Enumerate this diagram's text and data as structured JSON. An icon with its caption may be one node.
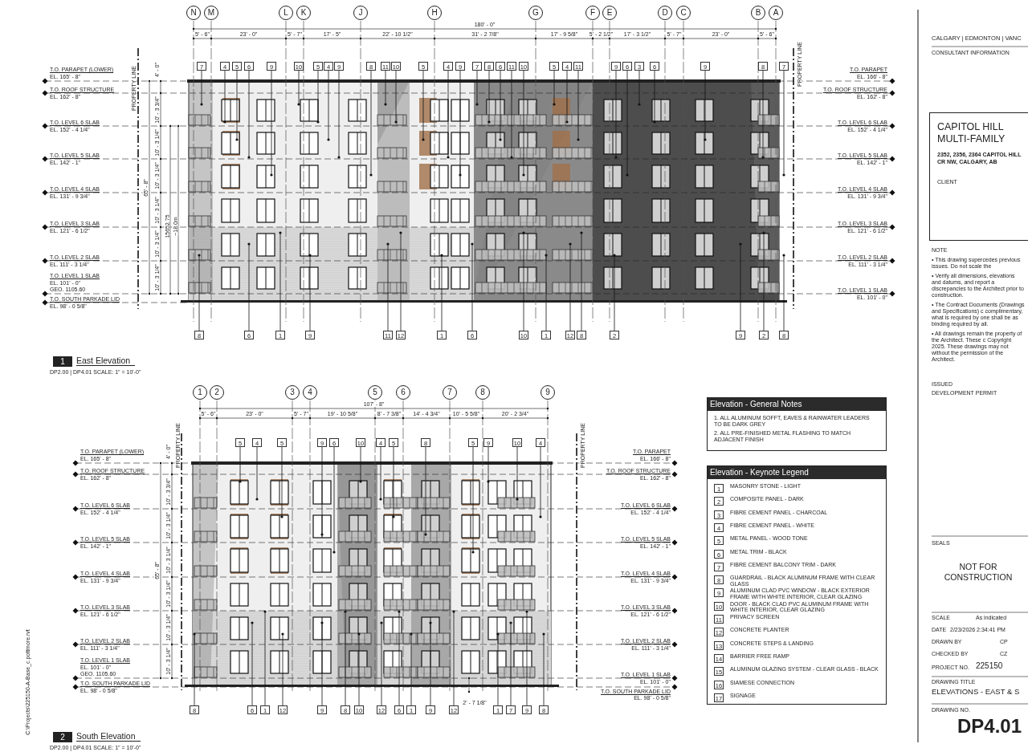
{
  "diagram": {
    "nodes": [
      {
        "text": [
          "N"
        ]
      },
      {
        "text": [
          "M"
        ]
      },
      {
        "text": [
          "L"
        ]
      },
      {
        "text": [
          "K"
        ]
      },
      {
        "text": [
          "J"
        ]
      },
      {
        "text": [
          "H"
        ]
      },
      {
        "text": [
          "G"
        ]
      },
      {
        "text": [
          "F"
        ]
      },
      {
        "text": [
          "E"
        ]
      },
      {
        "text": [
          "D"
        ]
      },
      {
        "text": [
          "C"
        ]
      },
      {
        "text": [
          "B"
        ]
      },
      {
        "text": [
          "A"
        ]
      },
      {
        "text": [
          "7"
        ]
      },
      {
        "text": [
          "4"
        ]
      },
      {
        "text": [
          "5"
        ]
      },
      {
        "text": [
          "6"
        ]
      },
      {
        "text": [
          "9"
        ]
      },
      {
        "text": [
          "10"
        ]
      },
      {
        "text": [
          "5"
        ]
      },
      {
        "text": [
          "4"
        ]
      },
      {
        "text": [
          "9"
        ]
      },
      {
        "text": [
          "8"
        ]
      },
      {
        "text": [
          "11"
        ]
      },
      {
        "text": [
          "10"
        ]
      },
      {
        "text": [
          "5"
        ]
      },
      {
        "text": [
          "4"
        ]
      },
      {
        "text": [
          "9"
        ]
      },
      {
        "text": [
          "7"
        ]
      },
      {
        "text": [
          "8"
        ]
      },
      {
        "text": [
          "6"
        ]
      },
      {
        "text": [
          "11"
        ]
      },
      {
        "text": [
          "10"
        ]
      },
      {
        "text": [
          "5"
        ]
      },
      {
        "text": [
          "4"
        ]
      },
      {
        "text": [
          "11"
        ]
      },
      {
        "text": [
          "9"
        ]
      },
      {
        "text": [
          "6"
        ]
      },
      {
        "text": [
          "3"
        ]
      },
      {
        "text": [
          "6"
        ]
      },
      {
        "text": [
          "9"
        ]
      },
      {
        "text": [
          "8"
        ]
      },
      {
        "text": [
          "7"
        ]
      },
      {
        "text": [
          "8"
        ]
      },
      {
        "text": [
          "6"
        ]
      },
      {
        "text": [
          "1"
        ]
      },
      {
        "text": [
          "9"
        ]
      },
      {
        "text": [
          "11"
        ]
      },
      {
        "text": [
          "12"
        ]
      },
      {
        "text": [
          "1"
        ]
      },
      {
        "text": [
          "6"
        ]
      },
      {
        "text": [
          "10"
        ]
      },
      {
        "text": [
          "1"
        ]
      },
      {
        "text": [
          "12"
        ]
      },
      {
        "text": [
          "8"
        ]
      },
      {
        "text": [
          "2"
        ]
      },
      {
        "text": [
          "9"
        ]
      },
      {
        "text": [
          "2"
        ]
      },
      {
        "text": [
          "8"
        ]
      },
      {
        "text": [
          "1"
        ],
        "beside": [
          "East Elevation",
          "DP2.00 | DP4.01 SCALE: 1\" = 10'-0\""
        ]
      },
      {
        "text": [
          "1"
        ]
      },
      {
        "text": [
          "2"
        ]
      },
      {
        "text": [
          "3"
        ]
      },
      {
        "text": [
          "4"
        ]
      },
      {
        "text": [
          "5"
        ]
      },
      {
        "text": [
          "6"
        ]
      },
      {
        "text": [
          "7"
        ]
      },
      {
        "text": [
          "8"
        ]
      },
      {
        "text": [
          "9"
        ]
      },
      {
        "text": [
          "5"
        ]
      },
      {
        "text": [
          "4"
        ]
      },
      {
        "text": [
          "5"
        ]
      },
      {
        "text": [
          "9"
        ]
      },
      {
        "text": [
          "6"
        ]
      },
      {
        "text": [
          "10"
        ]
      },
      {
        "text": [
          "4"
        ]
      },
      {
        "text": [
          "5"
        ]
      },
      {
        "text": [
          "8"
        ]
      },
      {
        "text": [
          "5"
        ]
      },
      {
        "text": [
          "9"
        ]
      },
      {
        "text": [
          "10"
        ]
      },
      {
        "text": [
          "4"
        ]
      },
      {
        "text": [
          "8"
        ]
      },
      {
        "text": [
          "6"
        ]
      },
      {
        "text": [
          "1"
        ]
      },
      {
        "text": [
          "12"
        ]
      },
      {
        "text": [
          "9"
        ]
      },
      {
        "text": [
          "8"
        ]
      },
      {
        "text": [
          "10"
        ]
      },
      {
        "text": [
          "12"
        ]
      },
      {
        "text": [
          "6"
        ]
      },
      {
        "text": [
          "1"
        ]
      },
      {
        "text": [
          "9"
        ]
      },
      {
        "text": [
          "12"
        ]
      },
      {
        "text": [
          "1"
        ]
      },
      {
        "text": [
          "7"
        ]
      },
      {
        "text": [
          "9"
        ]
      },
      {
        "text": [
          "8"
        ]
      },
      {
        "text": [
          "2"
        ],
        "beside": [
          "South Elevation",
          "DP2.00 | DP4.01 SCALE: 1\" = 10'-0\""
        ]
      },
      {
        "text": [
          "Elevation - General Notes",
          "1. ALL ALUMINUM SOFFT, EAVES & RAINWATER LEADERS TO BE DARK GREY",
          "2. ALL PRE-FINISHED METAL FLASHING TO MATCH ADJACENT FINISH"
        ]
      },
      {
        "text": [
          "Elevation - Keynote Legend"
        ]
      },
      {
        "text": [
          "1"
        ],
        "in": 100,
        "beside": [
          "MASONRY STONE - LIGHT"
        ]
      },
      {
        "text": [
          "2"
        ],
        "in": 100,
        "beside": [
          "COMPOSITE PANEL - DARK"
        ]
      },
      {
        "text": [
          "3"
        ],
        "in": 100,
        "beside": [
          "FIBRE CEMENT PANEL - CHARCOAL"
        ]
      },
      {
        "text": [
          "4"
        ],
        "in": 100,
        "beside": [
          "FIBRE CEMENT PANEL - WHITE"
        ]
      },
      {
        "text": [
          "5"
        ],
        "in": 100,
        "beside": [
          "METAL PANEL - WOOD TONE"
        ]
      },
      {
        "text": [
          "6"
        ],
        "in": 100,
        "beside": [
          "METAL TRIM - BLACK"
        ]
      },
      {
        "text": [
          "7"
        ],
        "in": 100,
        "beside": [
          "FIBRE CEMENT BALCONY TRIM - DARK"
        ]
      },
      {
        "text": [
          "8"
        ],
        "in": 100,
        "beside": [
          "GUARDRAIL - BLACK ALUMINUM FRAME WITH CLEAR GLASS"
        ]
      },
      {
        "text": [
          "9"
        ],
        "in": 100,
        "beside": [
          "ALUMINUM CLAD PVC WINDOW - BLACK EXTERIOR FRAME WITH WHITE INTERIOR, CLEAR GLAZING"
        ]
      },
      {
        "text": [
          "10"
        ],
        "in": 100,
        "beside": [
          "DOOR - BLACK CLAD PVC ALUMINUM FRAME WITH WHITE INTERIOR, CLEAR GLAZING"
        ]
      },
      {
        "text": [
          "11"
        ],
        "in": 100,
        "beside": [
          "PRIVACY SCREEN"
        ]
      },
      {
        "text": [
          "12"
        ],
        "in": 100,
        "beside": [
          "CONCRETE PLANTER"
        ]
      },
      {
        "text": [
          "13"
        ],
        "in": 100,
        "beside": [
          "CONCRETE STEPS & LANDING"
        ]
      },
      {
        "text": [
          "14"
        ],
        "in": 100,
        "beside": [
          "BARRIER FREE RAMP"
        ]
      },
      {
        "text": [
          "15"
        ],
        "in": 100,
        "beside": [
          "ALUMINUM GLAZING SYSTEM - CLEAR GLASS - BLACK"
        ]
      },
      {
        "text": [
          "16"
        ],
        "in": 100,
        "beside": [
          "SIAMESE CONNECTION"
        ]
      },
      {
        "text": [
          "17"
        ],
        "in": 100,
        "beside": [
          "SIGNAGE"
        ]
      },
      {
        "text": [
          "CAPITOL HILL MULTI-FAMILY",
          "2352, 2356, 2364 CAPITOL HILL CR NW, CALGARY, AB",
          "CLIENT"
        ]
      }
    ],
    "edges": [
      {
        "from": 13,
        "to": null,
        "arrow": "other"
      },
      {
        "from": 14,
        "to": null,
        "arrow": "other"
      },
      {
        "from": 15,
        "to": null,
        "arrow": "other"
      },
      {
        "from": 16,
        "to": null,
        "arrow": "other"
      },
      {
        "from": 17,
        "to": null,
        "arrow": "other"
      },
      {
        "from": 18,
        "to": null,
        "arrow": "other"
      },
      {
        "from": 19,
        "to": null,
        "arrow": "other"
      },
      {
        "from": 20,
        "to": null,
        "arrow": "other"
      },
      {
        "from": 21,
        "to": null,
        "arrow": "other"
      },
      {
        "from": 22,
        "to": null,
        "arrow": "other"
      },
      {
        "from": 23,
        "to": null,
        "arrow": "other"
      },
      {
        "from": 24,
        "to": null,
        "arrow": "other"
      },
      {
        "from": 25,
        "to": null,
        "arrow": "other"
      },
      {
        "from": 26,
        "to": null,
        "arrow": "other"
      },
      {
        "from": 27,
        "to": null,
        "arrow": "other"
      },
      {
        "from": 28,
        "to": null,
        "arrow": "other"
      },
      {
        "from": 29,
        "to": null,
        "arrow": "other"
      },
      {
        "from": 30,
        "to": null,
        "arrow": "other"
      },
      {
        "from": 31,
        "to": null,
        "arrow": "other"
      },
      {
        "from": 32,
        "to": null,
        "arrow": "other"
      },
      {
        "from": 33,
        "to": null,
        "arrow": "other"
      },
      {
        "from": 34,
        "to": null,
        "arrow": "other"
      },
      {
        "from": 35,
        "to": null,
        "arrow": "other"
      },
      {
        "from": 36,
        "to": null,
        "arrow": "other"
      },
      {
        "from": 37,
        "to": null,
        "arrow": "other"
      },
      {
        "from": 38,
        "to": null,
        "arrow": "other"
      },
      {
        "from": 39,
        "to": null,
        "arrow": "other"
      },
      {
        "from": 40,
        "to": null,
        "arrow": "other"
      },
      {
        "from": 41,
        "to": null,
        "arrow": "other"
      },
      {
        "from": 42,
        "to": null,
        "arrow": "other"
      },
      {
        "from": 43,
        "to": null,
        "arrow": "other"
      },
      {
        "from": 44,
        "to": null,
        "arrow": "other"
      },
      {
        "from": 45,
        "to": null,
        "arrow": "other"
      },
      {
        "from": 46,
        "to": null,
        "arrow": "other"
      },
      {
        "from": 47,
        "to": null,
        "arrow": "other"
      },
      {
        "from": 48,
        "to": null,
        "arrow": "other"
      },
      {
        "from": 49,
        "to": null,
        "arrow": "other"
      },
      {
        "from": 50,
        "to": null,
        "arrow": "other"
      },
      {
        "from": 51,
        "to": null,
        "arrow": "other"
      },
      {
        "from": 52,
        "to": null,
        "arrow": "other"
      },
      {
        "from": 53,
        "to": null,
        "arrow": "other"
      },
      {
        "from": 54,
        "to": null,
        "arrow": "other"
      },
      {
        "from": 55,
        "to": null,
        "arrow": "other"
      },
      {
        "from": 56,
        "to": null,
        "arrow": "other"
      },
      {
        "from": 57,
        "to": null,
        "arrow": "other"
      },
      {
        "from": 58,
        "to": null,
        "arrow": "other"
      },
      {
        "from": 69,
        "to": null,
        "arrow": "other"
      },
      {
        "from": 70,
        "to": null,
        "arrow": "other"
      },
      {
        "from": 71,
        "to": null,
        "arrow": "other"
      },
      {
        "from": 72,
        "to": null,
        "arrow": "other"
      },
      {
        "from": 73,
        "to": null,
        "arrow": "other"
      },
      {
        "from": 74,
        "to": null,
        "arrow": "other"
      },
      {
        "from": 75,
        "to": null,
        "arrow": "other"
      },
      {
        "from": 76,
        "to": null,
        "arrow": "other"
      },
      {
        "from": 77,
        "to": null,
        "arrow": "other"
      },
      {
        "from": 78,
        "to": null,
        "arrow": "other"
      },
      {
        "from": 79,
        "to": null,
        "arrow": "other"
      },
      {
        "from": 80,
        "to": null,
        "arrow": "other"
      },
      {
        "from": 81,
        "to": null,
        "arrow": "other"
      },
      {
        "from": 82,
        "to": null,
        "arrow": "other"
      },
      {
        "from": 83,
        "to": null,
        "arrow": "other"
      },
      {
        "from": 84,
        "to": null,
        "arrow": "other"
      },
      {
        "from": 85,
        "to": null,
        "arrow": "other"
      },
      {
        "from": 86,
        "to": null,
        "arrow": "other"
      },
      {
        "from": 87,
        "to": null,
        "arrow": "other"
      },
      {
        "from": 88,
        "to": null,
        "arrow": "other"
      },
      {
        "from": 89,
        "to": null,
        "arrow": "other"
      },
      {
        "from": 90,
        "to": null,
        "arrow": "other"
      },
      {
        "from": 91,
        "to": null,
        "arrow": "other"
      },
      {
        "from": 92,
        "to": null,
        "arrow": "other"
      },
      {
        "from": 93,
        "to": null,
        "arrow": "other"
      },
      {
        "from": 94,
        "to": null,
        "arrow": "other"
      },
      {
        "from": 95,
        "to": null,
        "arrow": "other"
      },
      {
        "from": 96,
        "to": null,
        "arrow": "other"
      },
      {
        "from": 97,
        "to": null,
        "arrow": "other"
      }
    ],
    "labels": [
      "180' - 0\"",
      "5' - 6\"",
      "23' - 0\"",
      "5' - 7\"",
      "17' - 5\"",
      "22' - 10 1/2\"",
      "31' - 2 7/8\"",
      "17' - 9 5/8\"",
      "5' - 2 1/2\"",
      "17' - 3 1/2\"",
      "5' - 7\"",
      "23' - 0\"",
      "5' - 6\"",
      "PROPERTY LINE",
      "PROPERTY LINE",
      "T.O. PARAPET (LOWER)",
      "EL. 165' - 8\"",
      "T.O. ROOF STRUCTURE",
      "EL. 162' - 8\"",
      "T.O. LEVEL 6 SLAB",
      "EL. 152' - 4 1/4\"",
      "T.O. LEVEL 5 SLAB",
      "EL. 142' - 1\"",
      "T.O. LEVEL 4 SLAB",
      "EL. 131' - 9 3/4\"",
      "T.O. LEVEL 3 SLAB",
      "EL. 121' - 6 1/2\"",
      "T.O. LEVEL 2 SLAB",
      "EL. 111' - 3 1/4\"",
      "T.O. LEVEL 1 SLAB",
      "EL. 101' - 0\"",
      "GEO. 1105.60",
      "T.O. SOUTH PARKADE LID",
      "EL. 98' - 0 5/8\"",
      "4' - 0\"",
      "10' - 3 3/4\"",
      "10' - 3 1/4\"",
      "10' - 3 1/4\"",
      "10' - 3 1/4\"",
      "10' - 3 1/4\"",
      "10' - 3 1/4\"",
      "65' - 8\"",
      "15652.75",
      "~18.0m",
      "T.O. PARAPET",
      "EL. 166' - 8\"",
      "T.O. ROOF STRUCTURE",
      "EL. 162' - 8\"",
      "T.O. LEVEL 6 SLAB",
      "EL. 152' - 4 1/4\"",
      "T.O. LEVEL 5 SLAB",
      "EL. 142' - 1\"",
      "T.O. LEVEL 4 SLAB",
      "EL. 131' - 9 3/4\"",
      "T.O. LEVEL 3 SLAB",
      "EL. 121' - 6 1/2\"",
      "T.O. LEVEL 2 SLAB",
      "EL. 111' - 3 1/4\"",
      "T.O. LEVEL 1 SLAB",
      "EL. 101' - 0\"",
      "107' - 8\"",
      "5' - 6\"",
      "23' - 0\"",
      "5' - 7\"",
      "19' - 10 5/8\"",
      "8' - 7 3/8\"",
      "14' - 4 3/4\"",
      "10' - 5 5/8\"",
      "20' - 2 3/4\"",
      "PROPERTY LINE",
      "PROPERTY LINE",
      "T.O. PARAPET (LOWER)",
      "EL. 165' - 8\"",
      "T.O. ROOF STRUCTURE",
      "EL. 162' - 8\"",
      "T.O. LEVEL 6 SLAB",
      "EL. 152' - 4 1/4\"",
      "T.O. LEVEL 5 SLAB",
      "EL. 142' - 1\"",
      "T.O. LEVEL 4 SLAB",
      "EL. 131' - 9 3/4\"",
      "T.O. LEVEL 3 SLAB",
      "EL. 121' - 6 1/2\"",
      "T.O. LEVEL 2 SLAB",
      "EL. 111' - 3 1/4\"",
      "T.O. LEVEL 1 SLAB",
      "EL. 101' - 0\"",
      "GEO. 1105.60",
      "T.O. SOUTH PARKADE LID",
      "EL. 98' - 0 5/8\"",
      "4' - 0\"",
      "10' - 3 3/4\"",
      "10' - 3 1/4\"",
      "10' - 3 1/4\"",
      "10' - 3 1/4\"",
      "10' - 3 1/4\"",
      "10' - 3 1/4\"",
      "65' - 8\"",
      "2' - 7 1/8\"",
      "T.O. PARAPET",
      "EL. 166' - 8\"",
      "T.O. ROOF STRUCTURE",
      "EL. 162' - 8\"",
      "T.O. LEVEL 6 SLAB",
      "EL. 152' - 4 1/4\"",
      "T.O. LEVEL 5 SLAB",
      "EL. 142' - 1\"",
      "T.O. LEVEL 4 SLAB",
      "EL. 131' - 9 3/4\"",
      "T.O. LEVEL 3 SLAB",
      "EL. 121' - 6 1/2\"",
      "T.O. LEVEL 2 SLAB",
      "EL. 111' - 3 1/4\"",
      "T.O. LEVEL 1 SLAB",
      "EL. 101' - 0\"",
      "T.O. SOUTH PARKADE LID",
      "EL. 98' - 0 5/8\"",
      "C:\\Projects\\225150-A-Base_c.pottmore.rvt",
      "CALGARY | EDMONTON | VANC",
      "CONSULTANT INFORMATION",
      "NOTE",
      "• This drawing supercedes previous issues. Do not scale the",
      "• Verify all dimensions, elevations and datums, and report a discrepancies to the Architect prior to construction.",
      "• The Contract Documents (Drawings and Specifications) c complimentary, what is required by one shall be as binding required by all.",
      "• All drawings remain the property of the Architect. These c Copyright 2025. These drawings may not without the permission of the Architect.",
      "ISSUED",
      "DEVELOPMENT PERMIT",
      "SEALS",
      "NOT FOR CONSTRUCTION",
      "SCALE",
      "As indicated",
      "DATE",
      "2/23/2026 2:34:41 PM",
      "DRAWN BY",
      "CP",
      "CHECKED BY",
      "CZ",
      "PROJECT NO.",
      "225150",
      "DRAWING TITLE",
      "ELEVATIONS - EAST & S",
      "DRAWING NO.",
      "DP4.01"
    ]
  }
}
